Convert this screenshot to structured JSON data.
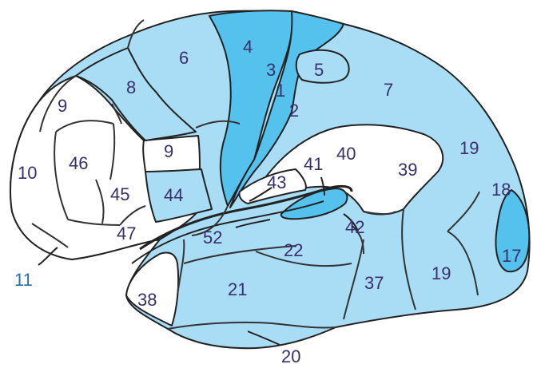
{
  "colors": {
    "white": "#ffffff",
    "light": "#a9dcf5",
    "medium": "#55c2ee",
    "outline": "#222222",
    "label_dark": "#3a2f6b",
    "label_blue": "#2c6fa3"
  },
  "areas": [
    {
      "label": "4",
      "shade": "medium"
    },
    {
      "label": "3",
      "shade": "medium"
    },
    {
      "label": "1",
      "shade": "medium"
    },
    {
      "label": "2",
      "shade": "medium"
    },
    {
      "label": "41",
      "shade": "medium"
    },
    {
      "label": "17",
      "shade": "medium"
    },
    {
      "label": "6",
      "shade": "light"
    },
    {
      "label": "8",
      "shade": "light"
    },
    {
      "label": "5",
      "shade": "light"
    },
    {
      "label": "7",
      "shade": "light"
    },
    {
      "label": "19",
      "shade": "light"
    },
    {
      "label": "18",
      "shade": "light"
    },
    {
      "label": "44",
      "shade": "light"
    },
    {
      "label": "52",
      "shade": "light"
    },
    {
      "label": "22",
      "shade": "light"
    },
    {
      "label": "42",
      "shade": "light"
    },
    {
      "label": "21",
      "shade": "light"
    },
    {
      "label": "37",
      "shade": "light"
    },
    {
      "label": "20",
      "shade": "light"
    },
    {
      "label": "9",
      "shade": "white"
    },
    {
      "label": "10",
      "shade": "white"
    },
    {
      "label": "46",
      "shade": "white"
    },
    {
      "label": "45",
      "shade": "white"
    },
    {
      "label": "47",
      "shade": "white"
    },
    {
      "label": "11",
      "shade": "white"
    },
    {
      "label": "38",
      "shade": "white"
    },
    {
      "label": "43",
      "shade": "white"
    },
    {
      "label": "40",
      "shade": "white"
    },
    {
      "label": "39",
      "shade": "white"
    }
  ],
  "labels": {
    "a4": "4",
    "a6": "6",
    "a3": "3",
    "a5": "5",
    "a8": "8",
    "a1": "1",
    "a2": "2",
    "a7": "7",
    "a9_top": "9",
    "a9_mid": "9",
    "a19_top": "19",
    "a10": "10",
    "a46": "46",
    "a41": "41",
    "a40": "40",
    "a39": "39",
    "a43": "43",
    "a45": "45",
    "a44": "44",
    "a18": "18",
    "a47": "47",
    "a52": "52",
    "a42": "42",
    "a22": "22",
    "a17": "17",
    "a11": "11",
    "a21": "21",
    "a37": "37",
    "a19_bot": "19",
    "a38": "38",
    "a20": "20"
  }
}
